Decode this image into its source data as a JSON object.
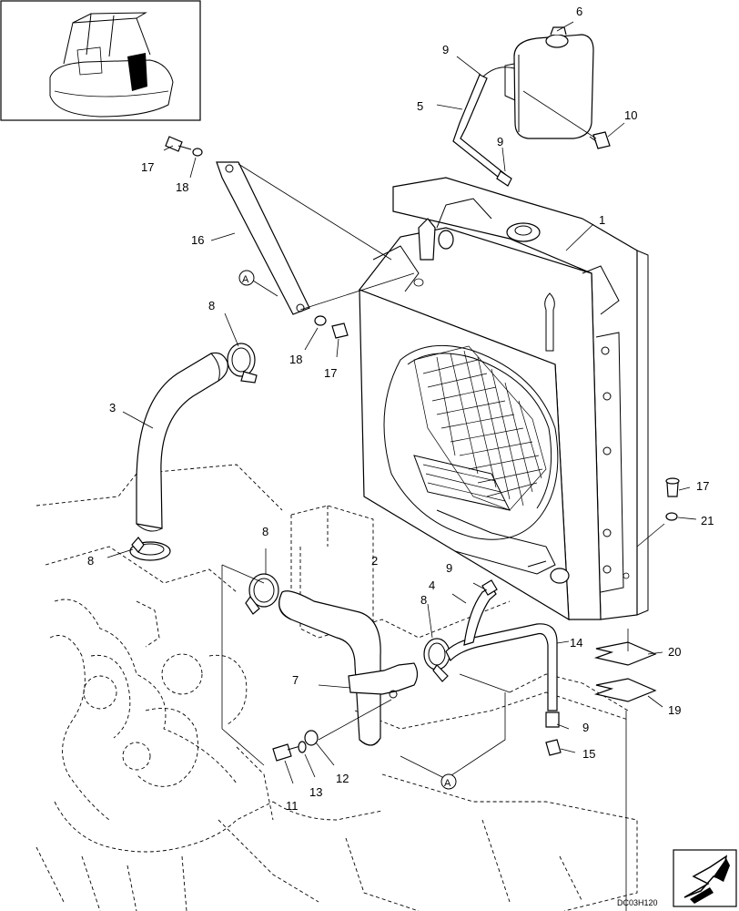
{
  "drawing_code": "DC03H120",
  "reference_mark": "A",
  "callouts": {
    "c1": "1",
    "c2": "2",
    "c3": "3",
    "c4": "4",
    "c5": "5",
    "c6": "6",
    "c7": "7",
    "c8": "8",
    "c9": "9",
    "c10": "10",
    "c11": "11",
    "c12": "12",
    "c13": "13",
    "c14": "14",
    "c15": "15",
    "c16": "16",
    "c17": "17",
    "c18": "18",
    "c19": "19",
    "c20": "20",
    "c21": "21"
  },
  "icons": {
    "locator": "machine-locator-icon",
    "direction": "forward-arrow-icon"
  }
}
